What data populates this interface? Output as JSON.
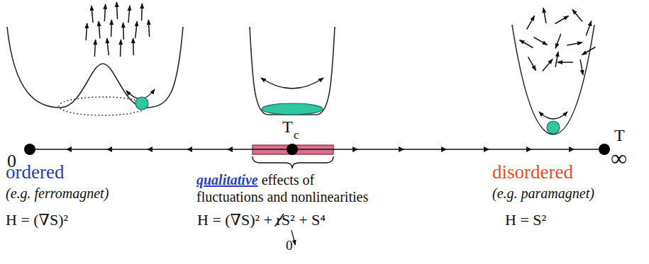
{
  "diagram": {
    "labels": [
      "0",
      "T",
      "c",
      "T",
      "∞",
      "ordered",
      "(e.g. ferromagnet)",
      "qualitative",
      "effects of fluctuations and nonlinearities",
      "disordered",
      "(e.g. paramagnet)",
      "H = (∇S)²",
      "H = (∇S)² + rS² + S⁴",
      "0",
      "H = S²"
    ]
  }
}
